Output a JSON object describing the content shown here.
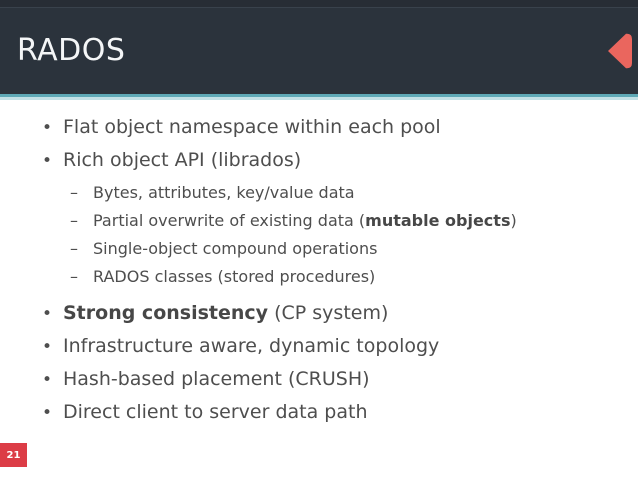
{
  "slide": {
    "title": "RADOS",
    "page_number": "21",
    "markers": {
      "level1": "•",
      "level2": "–"
    },
    "icons": {
      "corner_decoration": "left-pointing-triangle"
    },
    "colors": {
      "header": "#2b333c",
      "teal": "#5ea9b6",
      "teal_light": "#c3e1e6",
      "coral": "#ea665e",
      "page_red": "#dc3c46",
      "text": "#4e4e4e"
    },
    "bullets": [
      {
        "level": 1,
        "segments": [
          {
            "text": "Flat object namespace within each pool",
            "bold": false
          }
        ]
      },
      {
        "level": 1,
        "segments": [
          {
            "text": "Rich object API (librados)",
            "bold": false
          }
        ]
      },
      {
        "level": 2,
        "segments": [
          {
            "text": "Bytes, attributes, key/value data",
            "bold": false
          }
        ]
      },
      {
        "level": 2,
        "segments": [
          {
            "text": "Partial overwrite of existing data (",
            "bold": false
          },
          {
            "text": "mutable objects",
            "bold": true
          },
          {
            "text": ")",
            "bold": false
          }
        ]
      },
      {
        "level": 2,
        "segments": [
          {
            "text": "Single-object compound operations",
            "bold": false
          }
        ]
      },
      {
        "level": 2,
        "segments": [
          {
            "text": "RADOS classes (stored procedures)",
            "bold": false
          }
        ]
      },
      {
        "level": 1,
        "segments": [
          {
            "text": "Strong consistency",
            "bold": true
          },
          {
            "text": " (CP system)",
            "bold": false
          }
        ]
      },
      {
        "level": 1,
        "segments": [
          {
            "text": "Infrastructure aware, dynamic topology",
            "bold": false
          }
        ]
      },
      {
        "level": 1,
        "segments": [
          {
            "text": "Hash-based placement (CRUSH)",
            "bold": false
          }
        ]
      },
      {
        "level": 1,
        "segments": [
          {
            "text": "Direct client to server data path",
            "bold": false
          }
        ]
      }
    ]
  }
}
